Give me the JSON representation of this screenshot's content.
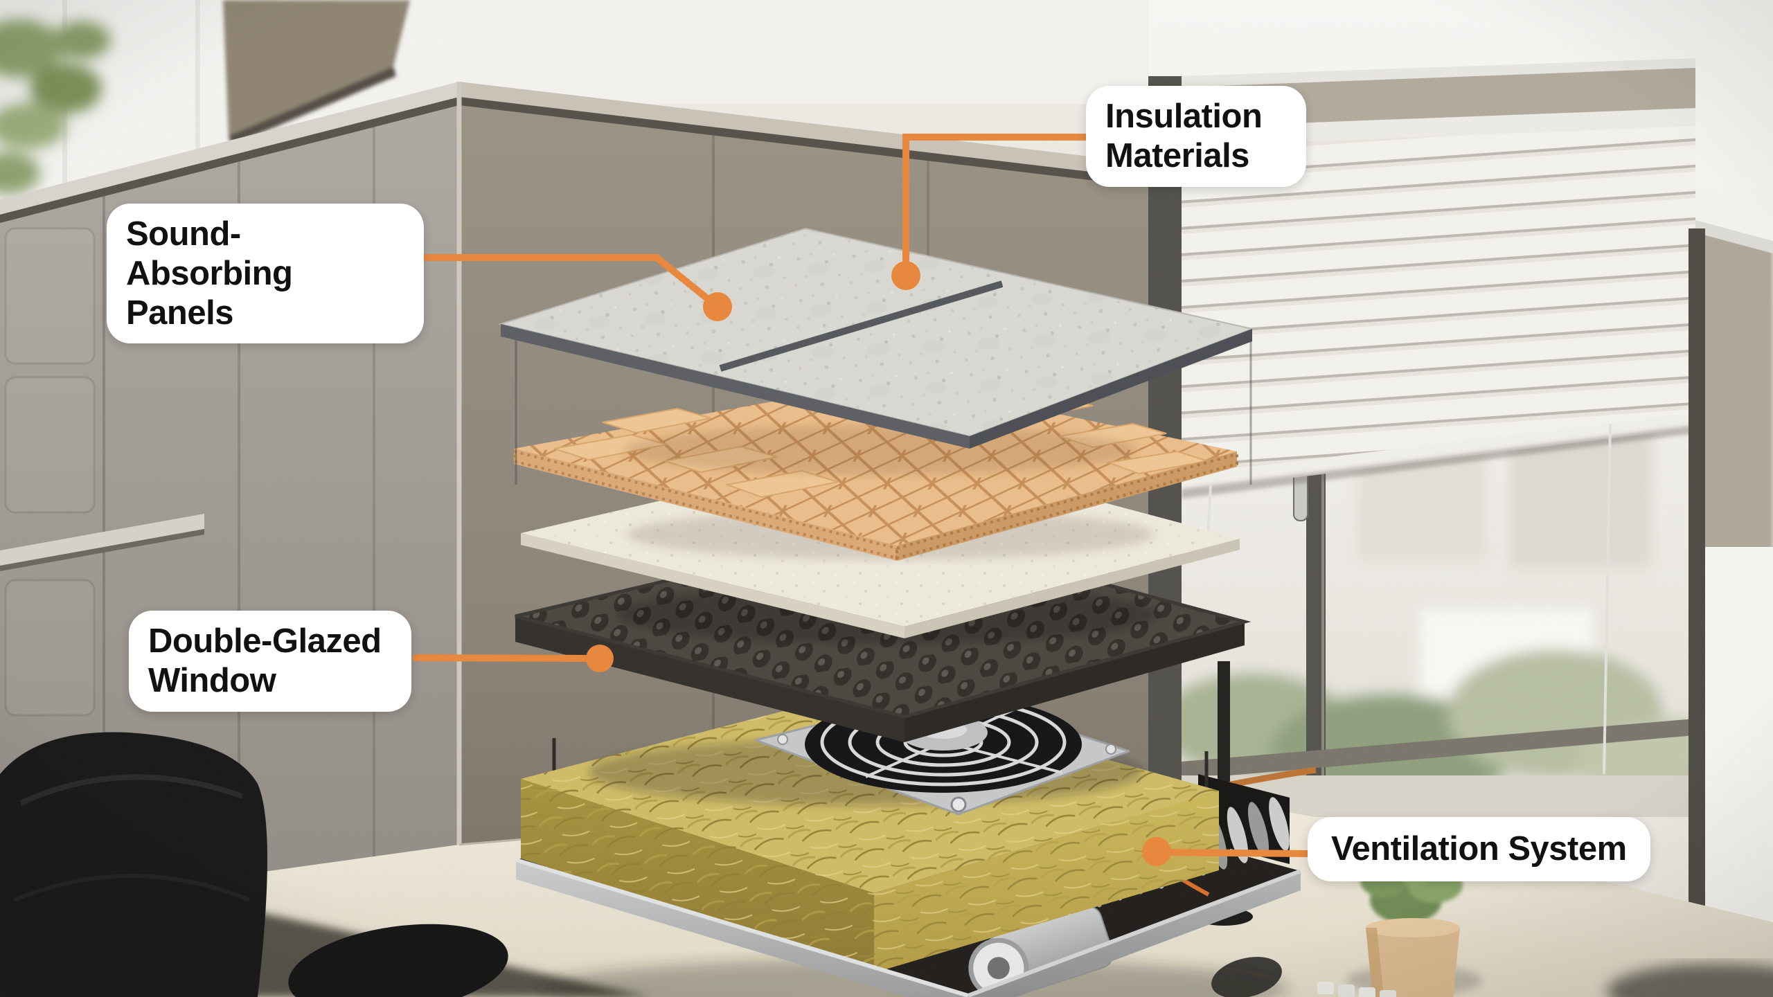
{
  "figure": {
    "accent_color": "#E8873B",
    "label_bg_color": "#FFFFFF",
    "label_text_color": "#111111"
  },
  "callouts": [
    {
      "id": "insulation-materials",
      "label": "Insulation Materials"
    },
    {
      "id": "sound-absorbing-panels",
      "label": "Sound-Absorbing Panels"
    },
    {
      "id": "double-glazed-window",
      "label": "Double-Glazed Window"
    },
    {
      "id": "ventilation-system",
      "label": "Ventilation System"
    }
  ],
  "diagram_parts": [
    "felt-panel-layer",
    "honeycomb-core-layer",
    "white-foam-layer",
    "acoustic-foam-layer",
    "mineral-wool-layer",
    "fan-unit",
    "ventilation-tray"
  ]
}
